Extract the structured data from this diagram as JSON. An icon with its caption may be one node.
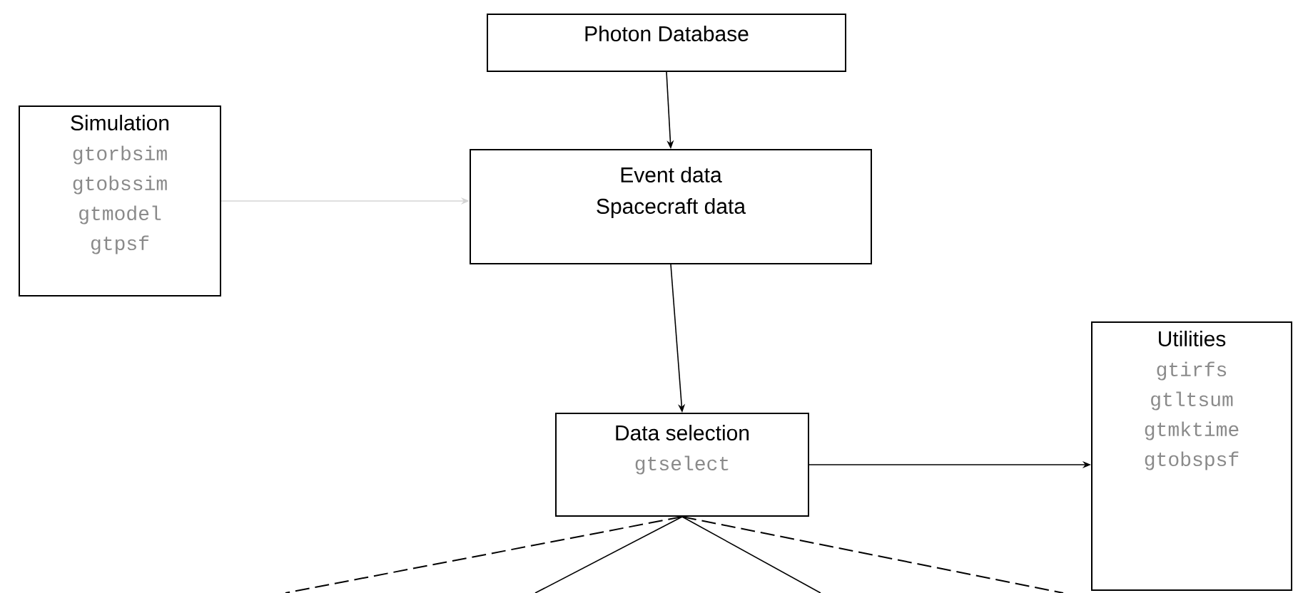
{
  "diagram": {
    "nodes": [
      {
        "text": [
          "Photon Database"
        ]
      },
      {
        "text": [
          "Simulation",
          "gtorbsim",
          "gtobssim",
          "gtmodel",
          "gtpsf"
        ]
      },
      {
        "text": [
          "Event data",
          "Spacecraft data"
        ]
      },
      {
        "text": [
          "Data selection",
          "gtselect"
        ]
      },
      {
        "text": [
          "Utilities",
          "gtirfs",
          "gtltsum",
          "gtmktime",
          "gtobspsf"
        ]
      }
    ],
    "edges": [
      {
        "from": 0,
        "to": 2,
        "arrow": "to"
      },
      {
        "from": 1,
        "to": 2,
        "arrow": "to",
        "color": "#d4d4d4"
      },
      {
        "from": 2,
        "to": 3,
        "arrow": "to"
      },
      {
        "from": 3,
        "to": 4,
        "arrow": "to"
      },
      {
        "from": 3,
        "to": null,
        "arrow": "none",
        "style": "dashed"
      },
      {
        "from": 3,
        "to": null,
        "arrow": "none"
      },
      {
        "from": 3,
        "to": null,
        "arrow": "none"
      },
      {
        "from": 3,
        "to": null,
        "arrow": "none",
        "style": "dashed"
      }
    ]
  }
}
